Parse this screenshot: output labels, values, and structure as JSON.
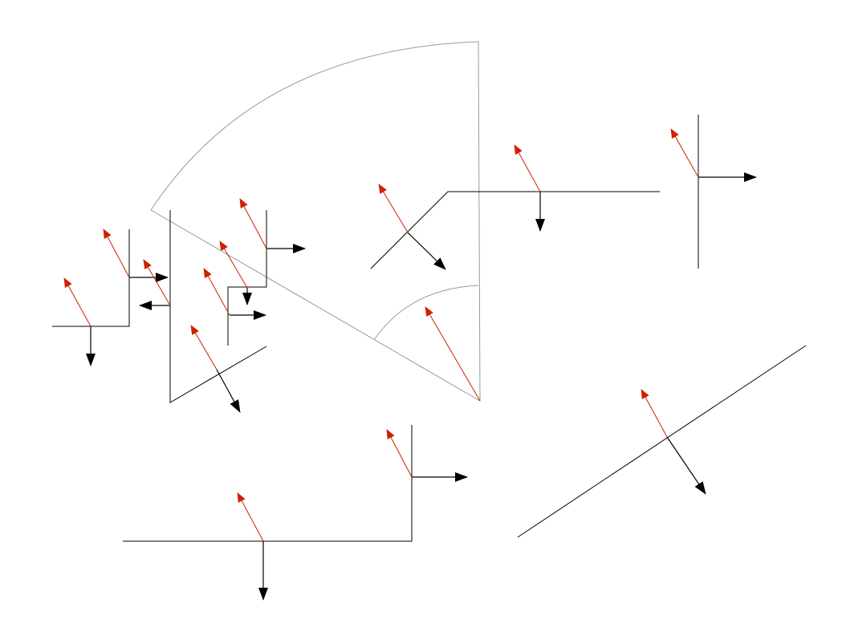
{
  "diagram": {
    "background": "#ffffff",
    "colors": {
      "wall": "#000000",
      "sector": "#999999",
      "incident_ray": "#cc2200",
      "normal_vector": "#000000"
    },
    "elements": [
      "arc-sector",
      "inner-arc",
      "wall-segments",
      "incident-ray-arrows",
      "normal-vector-arrows"
    ]
  }
}
